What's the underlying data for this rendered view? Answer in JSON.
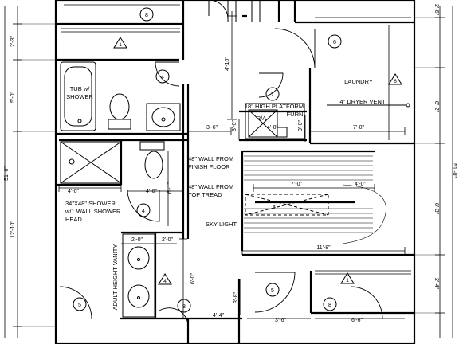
{
  "dimensions": {
    "overall_left": "51'-0\"",
    "overall_right": "51'-0\"",
    "left_2_3": "2'-3\"",
    "left_5_0": "5'-0\"",
    "left_12_10": "12'-10\"",
    "right_2_6": "2'-6\"",
    "right_8_2": "8'-2\"",
    "right_8_3": "8'-3\"",
    "right_2_4": "2'-4\"",
    "hall_4_10": "4'-10\"",
    "hall_3_6": "3'-6\"",
    "hall_3_0": "3'-0\"",
    "platform_3_0": "3'-0\"",
    "platform_4_0": "4'-0\"",
    "laundry_7_0": "7'-0\"",
    "stair_7_0": "7'-0\"",
    "stair_4_0": "4'-0\"",
    "stair_11_8": "11'-8\"",
    "shower_4_0": "4'-0\"",
    "shower_4_0_b": "4'-0\"",
    "closet_6_1": "6'-1\"",
    "vanity_2_0a": "2'-0\"",
    "vanity_2_0b": "2'-0\"",
    "vanity_6_0": "6'-0\"",
    "lower_3_8": "3'-8\"",
    "lower_4_4": "4'-4\"",
    "lower_3_6": "3'-6\"",
    "lower_6_6": "6'-6\""
  },
  "labels": {
    "tub_line1": "TUB w/",
    "tub_line2": "SHOWER",
    "laundry": "LAUNDRY",
    "dryer_vent": "4\" DRYER VENT",
    "platform_line1": "18\" HIGH PLATFORM",
    "platform_line2": "FURN",
    "ra": "R/A",
    "wall_finish_1": "48\"  WALL FROM",
    "wall_finish_2": "FINISH FLOOR",
    "wall_tread_1": "48\"  WALL FROM",
    "wall_tread_2": "TOP TREAD",
    "shower_1": "34\"X48\" SHOWER",
    "shower_2": "w/1 WALL SHOWER",
    "shower_3": "HEAD.",
    "sky_light": "SKY LIGHT",
    "vanity": "ADULT HEIGHT VANITY",
    "stair_4": "4"
  },
  "door_tags": {
    "d8_top": "8",
    "d6": "6",
    "d4_bath": "4",
    "d7": "7",
    "d4_shower": "4",
    "d5_left": "5",
    "d5_right": "5",
    "d8_vanity": "8",
    "d8_right": "8"
  },
  "revision_tags": {
    "r1_top": "1",
    "r6": "6",
    "r4": "4",
    "r1_right": "1"
  }
}
